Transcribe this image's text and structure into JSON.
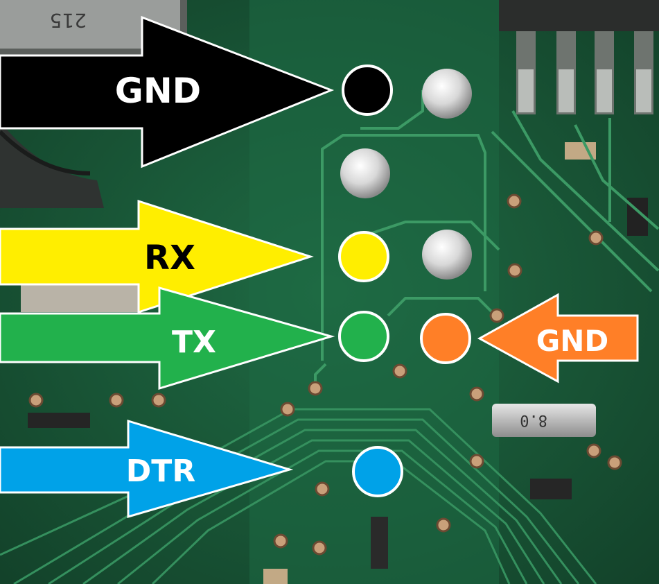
{
  "photo": {
    "subject": "green circuit board with serial header pads",
    "markings": {
      "inductor_code": "215",
      "crystal_code": "8.0"
    }
  },
  "colors": {
    "board_dark": "#134a2f",
    "board_mid": "#1d6a43",
    "board_light": "#2a8556",
    "trace": "#3f9b68",
    "solder": "#dcdcdc",
    "pad_copper": "#c9a07a",
    "gnd_top": "#000000",
    "rx": "#ffee00",
    "tx": "#22b14c",
    "gnd_right": "#ff7f27",
    "dtr": "#00a2e8"
  },
  "pins": [
    {
      "id": "gnd-top",
      "label": "GND",
      "color": "#000000",
      "text_color": "#ffffff"
    },
    {
      "id": "rx",
      "label": "RX",
      "color": "#ffee00",
      "text_color": "#000000"
    },
    {
      "id": "tx",
      "label": "TX",
      "color": "#22b14c",
      "text_color": "#ffffff"
    },
    {
      "id": "gnd-right",
      "label": "GND",
      "color": "#ff7f27",
      "text_color": "#ffffff"
    },
    {
      "id": "dtr",
      "label": "DTR",
      "color": "#00a2e8",
      "text_color": "#ffffff"
    }
  ]
}
